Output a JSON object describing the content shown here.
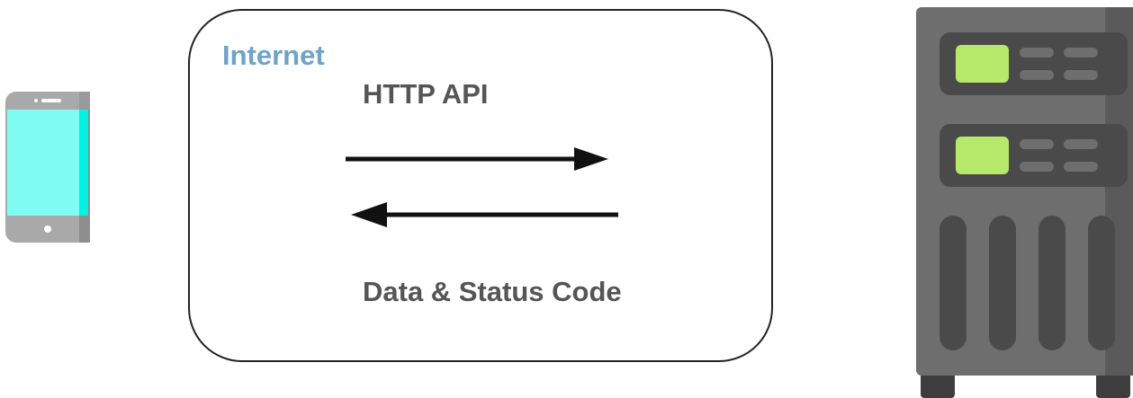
{
  "diagram": {
    "internet_label": "Internet",
    "request_label": "HTTP API",
    "response_label": "Data & Status Code"
  },
  "icons": {
    "client": "smartphone-icon",
    "server": "server-tower-icon"
  },
  "colors": {
    "internet_label": "#6fa3c8",
    "text": "#555555",
    "phone_screen": "#7ffcf4",
    "phone_body": "#a8a8a8",
    "server_body": "#6e6e6e",
    "server_led": "#b6e86a",
    "arrow": "#111111"
  }
}
